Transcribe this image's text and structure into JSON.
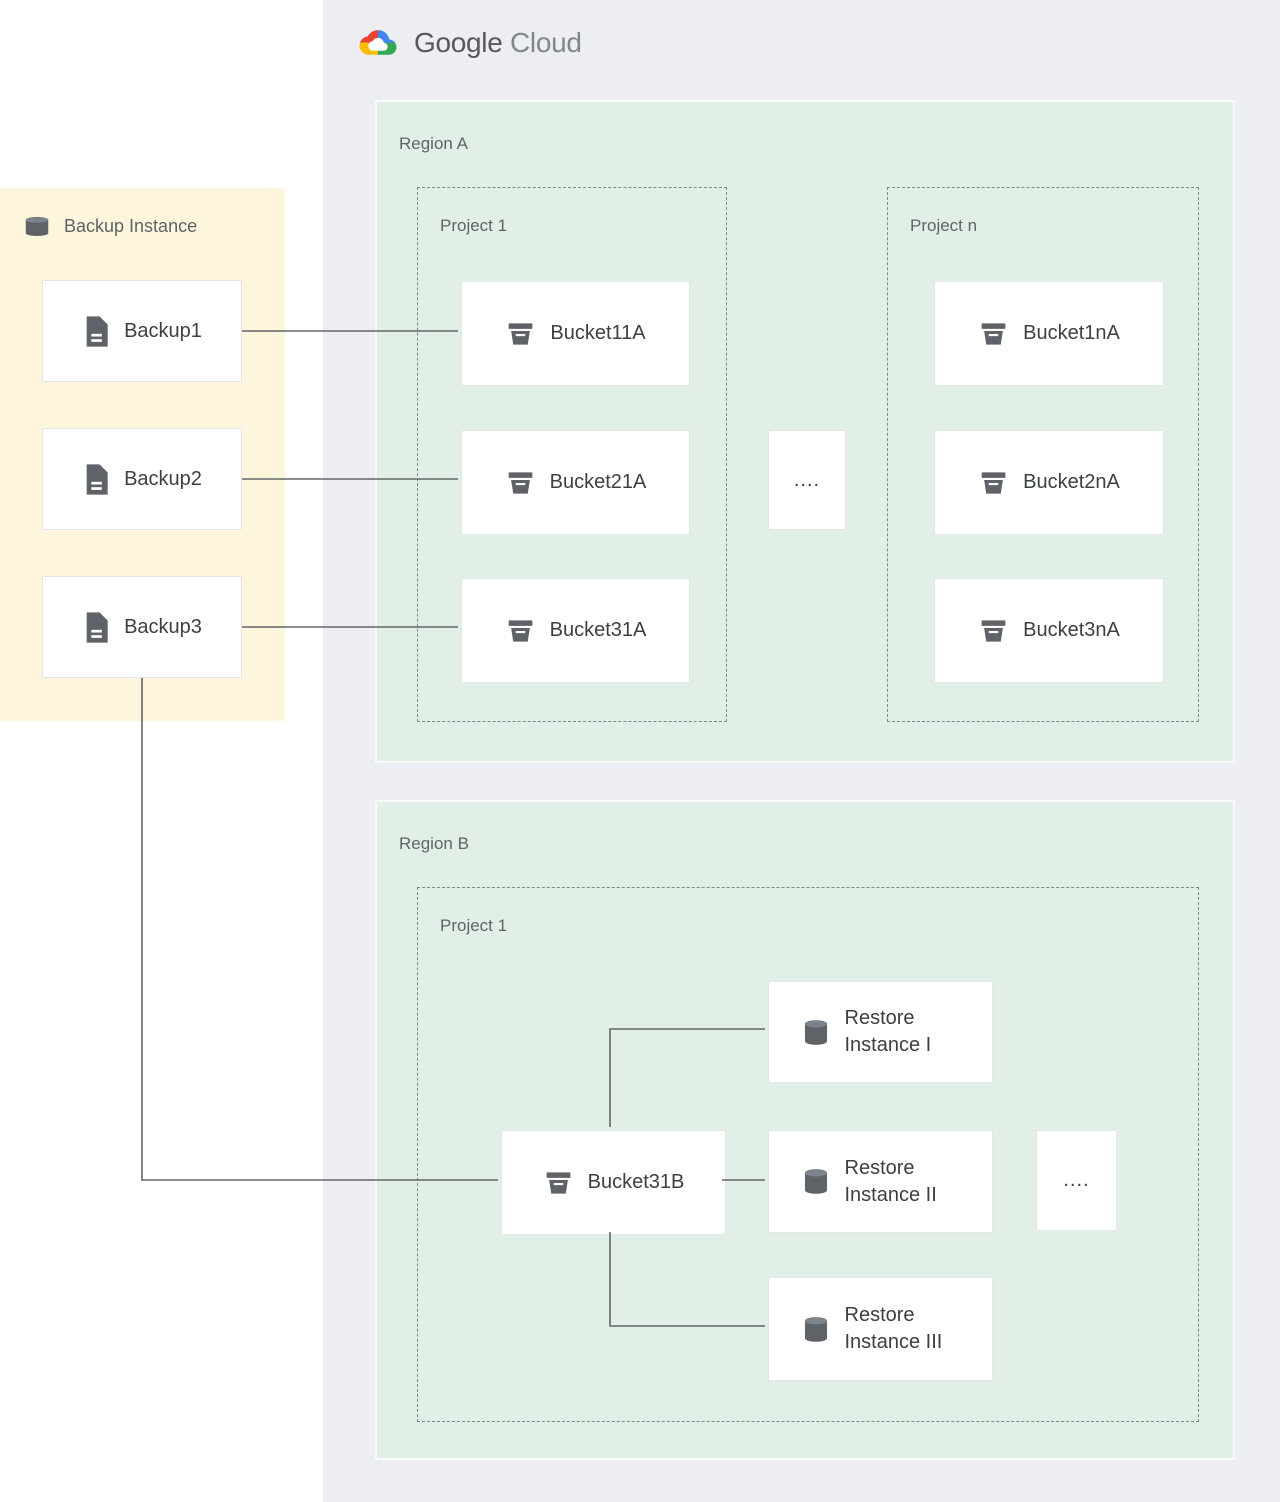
{
  "header": {
    "logo_google": "Google",
    "logo_cloud": "Cloud"
  },
  "colors": {
    "gcp_container_bg": "#eceef1",
    "region_bg": "#e2efe7",
    "backup_panel_bg": "#fdf6dd",
    "node_border": "#e3e6e9",
    "text_primary": "#3c4043",
    "text_secondary": "#5f6368",
    "connector": "#636769",
    "icon_gray": "#5f6368",
    "logo_blue": "#4285f4",
    "logo_red": "#ea4335",
    "logo_yellow": "#fbbc05",
    "logo_green": "#34a853"
  },
  "icons": {
    "backup_item": "file-document-icon",
    "bucket": "storage-bucket-icon",
    "instance": "database-cylinder-icon",
    "logo": "google-cloud-logo-icon"
  },
  "backup_panel": {
    "title": "Backup Instance",
    "items": [
      {
        "label": "Backup1"
      },
      {
        "label": "Backup2"
      },
      {
        "label": "Backup3"
      }
    ]
  },
  "region_a": {
    "title": "Region A",
    "ellipsis": "....",
    "project1": {
      "title": "Project 1",
      "buckets": [
        "Bucket11A",
        "Bucket21A",
        "Bucket31A"
      ]
    },
    "project_n": {
      "title": "Project n",
      "buckets": [
        "Bucket1nA",
        "Bucket2nA",
        "Bucket3nA"
      ]
    }
  },
  "region_b": {
    "title": "Region B",
    "ellipsis": "....",
    "project1": {
      "title": "Project 1",
      "bucket": "Bucket31B",
      "instances": [
        "Restore Instance I",
        "Restore Instance II",
        "Restore Instance III"
      ]
    }
  }
}
